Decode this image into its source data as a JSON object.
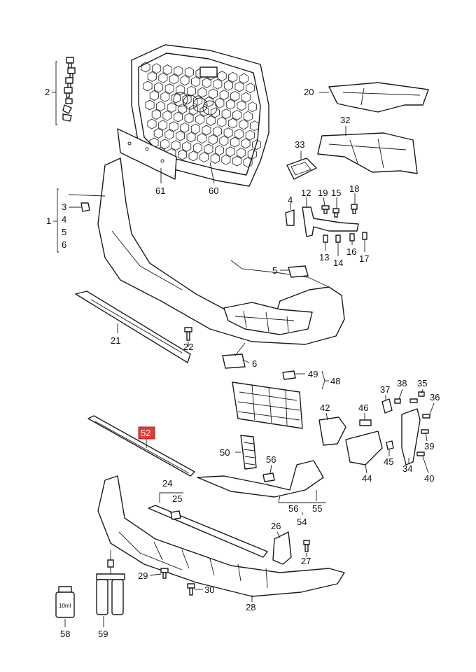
{
  "highlight_color": "#e23b3b",
  "callouts": {
    "c1": "1",
    "c2": "2",
    "c3": "3",
    "c4a": "4",
    "c4b": "4",
    "c5a": "5",
    "c5b": "5",
    "c6a": "6",
    "c6b": "6",
    "c12": "12",
    "c13": "13",
    "c14": "14",
    "c15": "15",
    "c16": "16",
    "c17": "17",
    "c18": "18",
    "c19": "19",
    "c20": "20",
    "c21": "21",
    "c22": "22",
    "c24": "24",
    "c25": "25",
    "c26": "26",
    "c27": "27",
    "c28": "28",
    "c29": "29",
    "c30": "30",
    "c32": "32",
    "c33": "33",
    "c34": "34",
    "c35": "35",
    "c36": "36",
    "c37": "37",
    "c38": "38",
    "c39": "39",
    "c40": "40",
    "c42": "42",
    "c44": "44",
    "c45": "45",
    "c46": "46",
    "c48": "48",
    "c49": "49",
    "c50": "50",
    "c52": "52",
    "c54": "54",
    "c55": "55",
    "c56a": "56",
    "c56b": "56",
    "c58": "58",
    "c59": "59",
    "c60": "60",
    "c61": "61"
  },
  "bottle_label": "10ml"
}
